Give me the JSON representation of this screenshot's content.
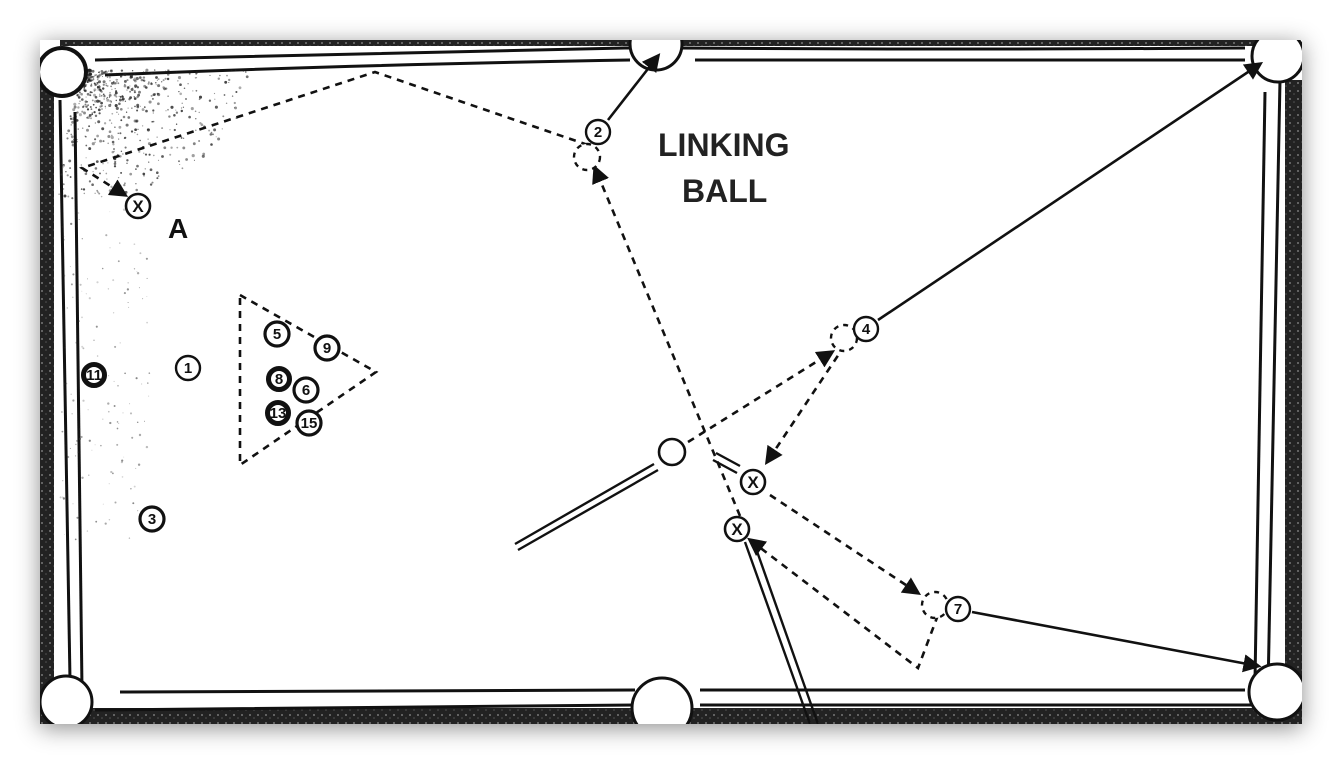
{
  "title": {
    "line1": "LINKING",
    "line2": "BALL"
  },
  "point_label": "A",
  "balls": [
    {
      "id": "ball-1",
      "number": "1",
      "style": "outline"
    },
    {
      "id": "ball-2",
      "number": "2",
      "style": "outline"
    },
    {
      "id": "ball-3",
      "number": "3",
      "style": "outline-bold"
    },
    {
      "id": "ball-4",
      "number": "4",
      "style": "outline"
    },
    {
      "id": "ball-5",
      "number": "5",
      "style": "outline-bold"
    },
    {
      "id": "ball-6",
      "number": "6",
      "style": "outline-bold"
    },
    {
      "id": "ball-7",
      "number": "7",
      "style": "outline"
    },
    {
      "id": "ball-8",
      "number": "8",
      "style": "dark"
    },
    {
      "id": "ball-9",
      "number": "9",
      "style": "outline-bold"
    },
    {
      "id": "ball-11",
      "number": "11",
      "style": "dark"
    },
    {
      "id": "ball-13",
      "number": "13",
      "style": "dark"
    },
    {
      "id": "ball-15",
      "number": "15",
      "style": "outline-bold"
    }
  ],
  "ghost_marker": "X",
  "colors": {
    "ink": "#111111",
    "table": "#ffffff",
    "rail_shading": "#333333"
  }
}
